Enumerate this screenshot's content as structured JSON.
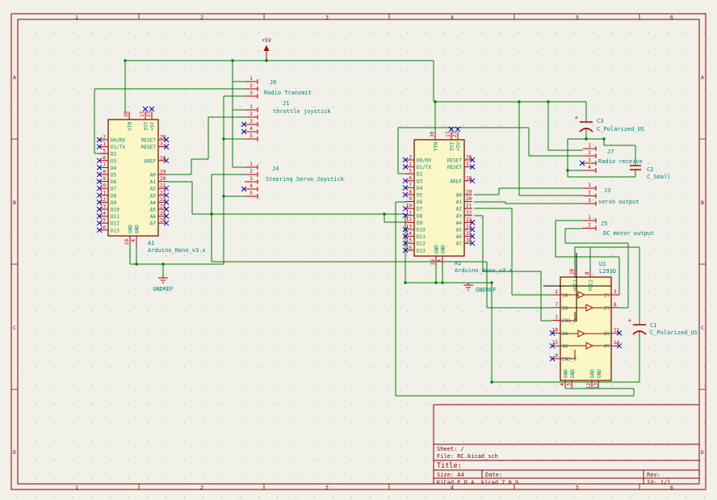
{
  "frame": {
    "columns": [
      "1",
      "2",
      "3",
      "4",
      "5",
      "6"
    ],
    "rows": [
      "A",
      "B",
      "C",
      "D"
    ]
  },
  "title_block": {
    "sheet": "Sheet: /",
    "file": "File: RC.kicad_sch",
    "title": "Title:",
    "size": "Size: A4",
    "date": "Date:",
    "rev": "Rev:",
    "eda": "KiCad E.D.A.  kicad 7.0.9",
    "id": "Id: 1/1"
  },
  "power": {
    "vcc": "+5V"
  },
  "a1": {
    "ref": "A1",
    "value": "Arduino_Nano_v3.x",
    "gnd_label": "GNDREF",
    "left": [
      {
        "n": "2",
        "name": "D0/RX",
        "nc": true
      },
      {
        "n": "1",
        "name": "D1/TX",
        "nc": true
      },
      {
        "n": "5",
        "name": "D2"
      },
      {
        "n": "6",
        "name": "D3",
        "nc": true
      },
      {
        "n": "7",
        "name": "D4",
        "nc": true
      },
      {
        "n": "8",
        "name": "D5",
        "nc": true
      },
      {
        "n": "9",
        "name": "D6",
        "nc": true
      },
      {
        "n": "10",
        "name": "D7",
        "nc": true
      },
      {
        "n": "11",
        "name": "D8",
        "nc": true
      },
      {
        "n": "12",
        "name": "D9",
        "nc": true
      },
      {
        "n": "13",
        "name": "D10",
        "nc": true
      },
      {
        "n": "14",
        "name": "D11",
        "nc": true
      },
      {
        "n": "15",
        "name": "D12",
        "nc": true
      },
      {
        "n": "16",
        "name": "D13",
        "nc": true
      }
    ],
    "right": [
      {
        "n": "28",
        "name": "RESET",
        "nc": true
      },
      {
        "n": "3",
        "name": "RESET",
        "nc": true
      },
      {
        "n": "18",
        "name": "AREF",
        "nc": true
      },
      {
        "n": "19",
        "name": "A0"
      },
      {
        "n": "20",
        "name": "A1"
      },
      {
        "n": "21",
        "name": "A2",
        "nc": true
      },
      {
        "n": "22",
        "name": "A3",
        "nc": true
      },
      {
        "n": "23",
        "name": "A4",
        "nc": true
      },
      {
        "n": "24",
        "name": "A5",
        "nc": true
      },
      {
        "n": "25",
        "name": "A6",
        "nc": true
      },
      {
        "n": "26",
        "name": "A7",
        "nc": true
      }
    ],
    "top": [
      {
        "n": "30",
        "name": "VIN"
      },
      {
        "n": "17",
        "name": "3V3",
        "nc": true
      },
      {
        "n": "27",
        "name": "+5V",
        "nc": true
      }
    ],
    "bottom": [
      {
        "n": "29",
        "name": "GND"
      },
      {
        "n": "4",
        "name": "GND"
      }
    ]
  },
  "a2": {
    "ref": "A2",
    "value": "Arduino_Nano_v3.x",
    "gnd_label": "GNDREF",
    "left": [
      {
        "n": "2",
        "name": "D0/RX",
        "nc": true
      },
      {
        "n": "1",
        "name": "D1/TX",
        "nc": true
      },
      {
        "n": "5",
        "name": "D2"
      },
      {
        "n": "6",
        "name": "D3",
        "nc": true
      },
      {
        "n": "7",
        "name": "D4",
        "nc": true
      },
      {
        "n": "8",
        "name": "D5",
        "nc": true
      },
      {
        "n": "9",
        "name": "D6"
      },
      {
        "n": "10",
        "name": "D7",
        "nc": true
      },
      {
        "n": "11",
        "name": "D8",
        "nc": true
      },
      {
        "n": "12",
        "name": "D9"
      },
      {
        "n": "13",
        "name": "D10",
        "nc": true
      },
      {
        "n": "14",
        "name": "D11",
        "nc": true
      },
      {
        "n": "15",
        "name": "D12",
        "nc": true
      },
      {
        "n": "16",
        "name": "D13",
        "nc": true
      }
    ],
    "right": [
      {
        "n": "28",
        "name": "RESET",
        "nc": true
      },
      {
        "n": "3",
        "name": "RESET",
        "nc": true
      },
      {
        "n": "18",
        "name": "AREF",
        "nc": true
      },
      {
        "n": "19",
        "name": "A0"
      },
      {
        "n": "20",
        "name": "A1"
      },
      {
        "n": "21",
        "name": "A2"
      },
      {
        "n": "22",
        "name": "A3"
      },
      {
        "n": "23",
        "name": "A4",
        "nc": true
      },
      {
        "n": "24",
        "name": "A5",
        "nc": true
      },
      {
        "n": "25",
        "name": "A6",
        "nc": true
      },
      {
        "n": "26",
        "name": "A7",
        "nc": true
      }
    ],
    "top": [
      {
        "n": "30",
        "name": "VIN"
      },
      {
        "n": "17",
        "name": "3V3",
        "nc": true
      },
      {
        "n": "27",
        "name": "+5V",
        "nc": true
      }
    ],
    "bottom": [
      {
        "n": "29",
        "name": "GND"
      },
      {
        "n": "4",
        "name": "GND"
      }
    ]
  },
  "u1": {
    "ref": "U1",
    "value": "L293D",
    "left": [
      {
        "n": "2",
        "name": "1A"
      },
      {
        "n": "7",
        "name": "2A"
      },
      {
        "n": "1",
        "name": "EN1_2"
      },
      {
        "n": "10",
        "name": "3A",
        "nc": true
      },
      {
        "n": "15",
        "name": "4A",
        "nc": true
      },
      {
        "n": "9",
        "name": "EN3_4",
        "nc": true
      }
    ],
    "right": [
      {
        "n": "3",
        "name": "1Y"
      },
      {
        "n": "6",
        "name": "2Y"
      },
      {
        "n": "11",
        "name": "3Y",
        "nc": true
      },
      {
        "n": "14",
        "name": "4Y",
        "nc": true
      }
    ],
    "top": [
      {
        "n": "16",
        "name": "VCC1"
      },
      {
        "n": "8",
        "name": "VCC2"
      }
    ],
    "bottom": [
      {
        "n": "4",
        "name": "GND"
      },
      {
        "n": "5",
        "name": "GND"
      },
      {
        "n": "12",
        "name": "GND"
      },
      {
        "n": "13",
        "name": "GND"
      }
    ]
  },
  "connectors": {
    "j6": {
      "ref": "J6",
      "desc": "Radio Transmit",
      "pins": [
        {
          "n": "1"
        },
        {
          "n": "2"
        },
        {
          "n": "3"
        }
      ]
    },
    "j1": {
      "ref": "J1",
      "desc": "throttle joystick",
      "pins": [
        {
          "n": "1"
        },
        {
          "n": "2"
        },
        {
          "n": "3",
          "nc": true
        },
        {
          "n": "4",
          "nc": true
        },
        {
          "n": "5"
        }
      ]
    },
    "j4": {
      "ref": "J4",
      "desc": "Steering Servo Joystick",
      "pins": [
        {
          "n": "1"
        },
        {
          "n": "2"
        },
        {
          "n": "3"
        },
        {
          "n": "4",
          "nc": true
        },
        {
          "n": "5"
        }
      ]
    },
    "j7": {
      "ref": "J7",
      "desc": "Radio receive",
      "pins": [
        {
          "n": "1"
        },
        {
          "n": "2"
        },
        {
          "n": "3",
          "nc": true
        },
        {
          "n": "4"
        }
      ]
    },
    "j3": {
      "ref": "J3",
      "desc": "servo output",
      "pins": [
        {
          "n": "1"
        },
        {
          "n": "2"
        },
        {
          "n": "3"
        }
      ]
    },
    "j5": {
      "ref": "J5",
      "desc": "DC motor output",
      "pins": [
        {
          "n": "1"
        },
        {
          "n": "2"
        }
      ]
    }
  },
  "caps": {
    "c3": {
      "ref": "C3",
      "value": "C_Polarized_US"
    },
    "c2": {
      "ref": "C2",
      "value": "C_Small"
    },
    "c1": {
      "ref": "C1",
      "value": "C_Polarized_US"
    }
  }
}
